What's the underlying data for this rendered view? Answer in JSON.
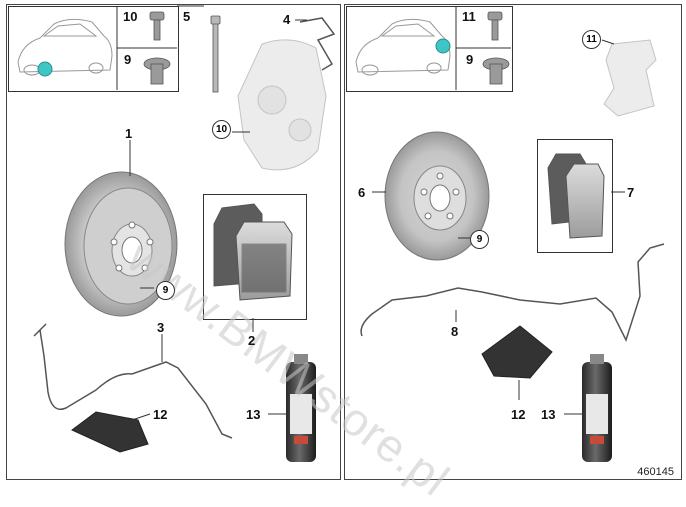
{
  "left": {
    "callouts": {
      "n10": "10",
      "n5": "5",
      "n4": "4",
      "n9": "9",
      "n1": "1",
      "c10": "10",
      "c9": "9",
      "n2": "2",
      "n3": "3",
      "n12": "12",
      "n13": "13"
    }
  },
  "right": {
    "callouts": {
      "n11": "11",
      "n9": "9",
      "c11": "11",
      "n6": "6",
      "n7": "7",
      "c9": "9",
      "n8": "8",
      "n12": "12",
      "n13": "13"
    }
  },
  "watermark": "www.BMWstore.pl",
  "diagram_code": "460145"
}
